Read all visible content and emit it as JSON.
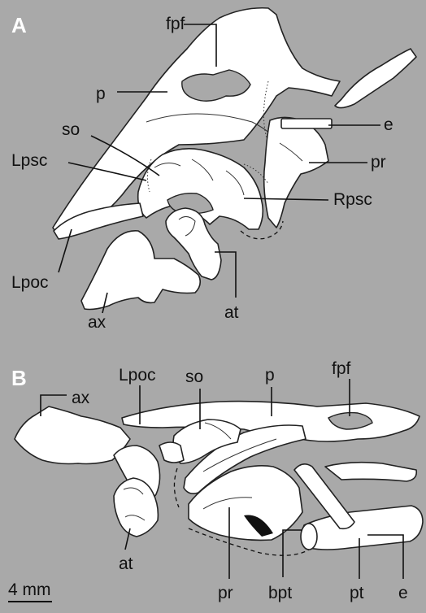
{
  "panels": {
    "a": "A",
    "b": "B"
  },
  "labels_a": {
    "fpf": "fpf",
    "p": "p",
    "so": "so",
    "lpsc": "Lpsc",
    "lpoc": "Lpoc",
    "ax": "ax",
    "at": "at",
    "e": "e",
    "pr": "pr",
    "rpsc": "Rpsc"
  },
  "labels_b": {
    "ax": "ax",
    "lpoc": "Lpoc",
    "so": "so",
    "p": "p",
    "fpf": "fpf",
    "at": "at",
    "pr": "pr",
    "bpt": "bpt",
    "pt": "pt",
    "e": "e"
  },
  "scale_bar": {
    "label": "4 mm"
  },
  "colors": {
    "background": "#a9a9a9",
    "bone": "#ffffff",
    "outline": "#222222"
  }
}
